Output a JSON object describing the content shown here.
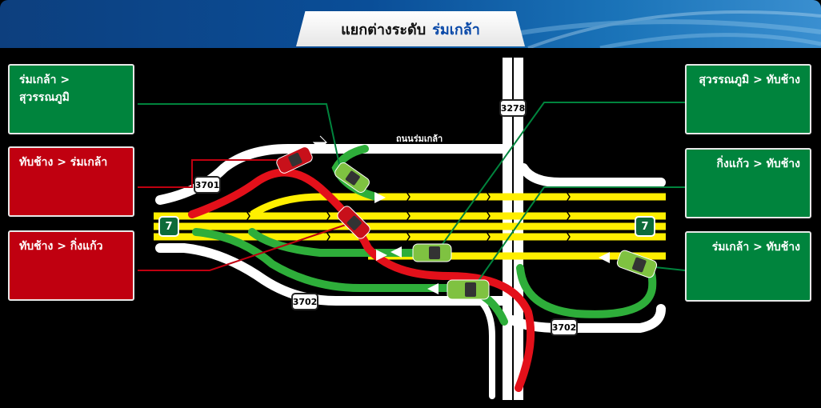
{
  "title": {
    "main": "แยกต่างระดับ",
    "accent": "ร่มเกล้า"
  },
  "legend_left": [
    {
      "label": "ร่มเกล้า > สุวรรณภูมิ",
      "color": "#00843d"
    },
    {
      "label": "ทับช้าง > ร่มเกล้า",
      "color": "#c00010"
    },
    {
      "label": "ทับช้าง > กิ่งแก้ว",
      "color": "#c00010"
    }
  ],
  "legend_right": [
    {
      "label": "สุวรรณภูมิ > ทับช้าง",
      "color": "#00843d"
    },
    {
      "label": "กิ่งแก้ว > ทับช้าง",
      "color": "#00843d"
    },
    {
      "label": "ร่มเกล้า > ทับช้าง",
      "color": "#00843d"
    }
  ],
  "road_label": "ถนนร่มเกล้า",
  "shields": {
    "r3278": "3278",
    "r3701": "3701",
    "r3702_a": "3702",
    "r3702_b": "3702",
    "r7_left": "7",
    "r7_right": "7"
  },
  "colors": {
    "motorway": "#ffef00",
    "ramp_green": "#2eae3a",
    "ramp_red": "#e3101a",
    "road": "#ffffff",
    "car_green": "#7fc241",
    "car_red": "#c8101a"
  }
}
